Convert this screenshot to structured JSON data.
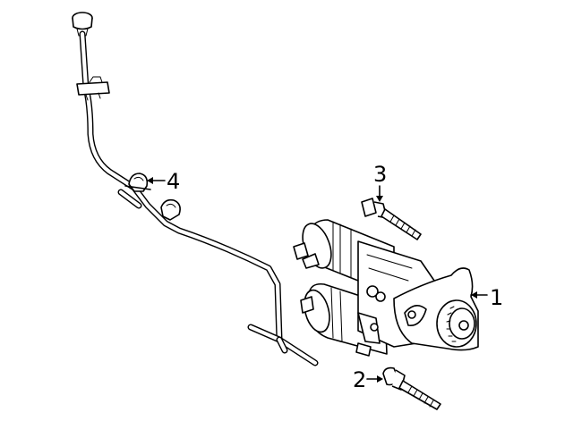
{
  "callouts": [
    {
      "id": "1",
      "label": "1",
      "part": "starter"
    },
    {
      "id": "2",
      "label": "2",
      "part": "lower-bolt"
    },
    {
      "id": "3",
      "label": "3",
      "part": "upper-bolt"
    },
    {
      "id": "4",
      "label": "4",
      "part": "harness-clip"
    }
  ]
}
